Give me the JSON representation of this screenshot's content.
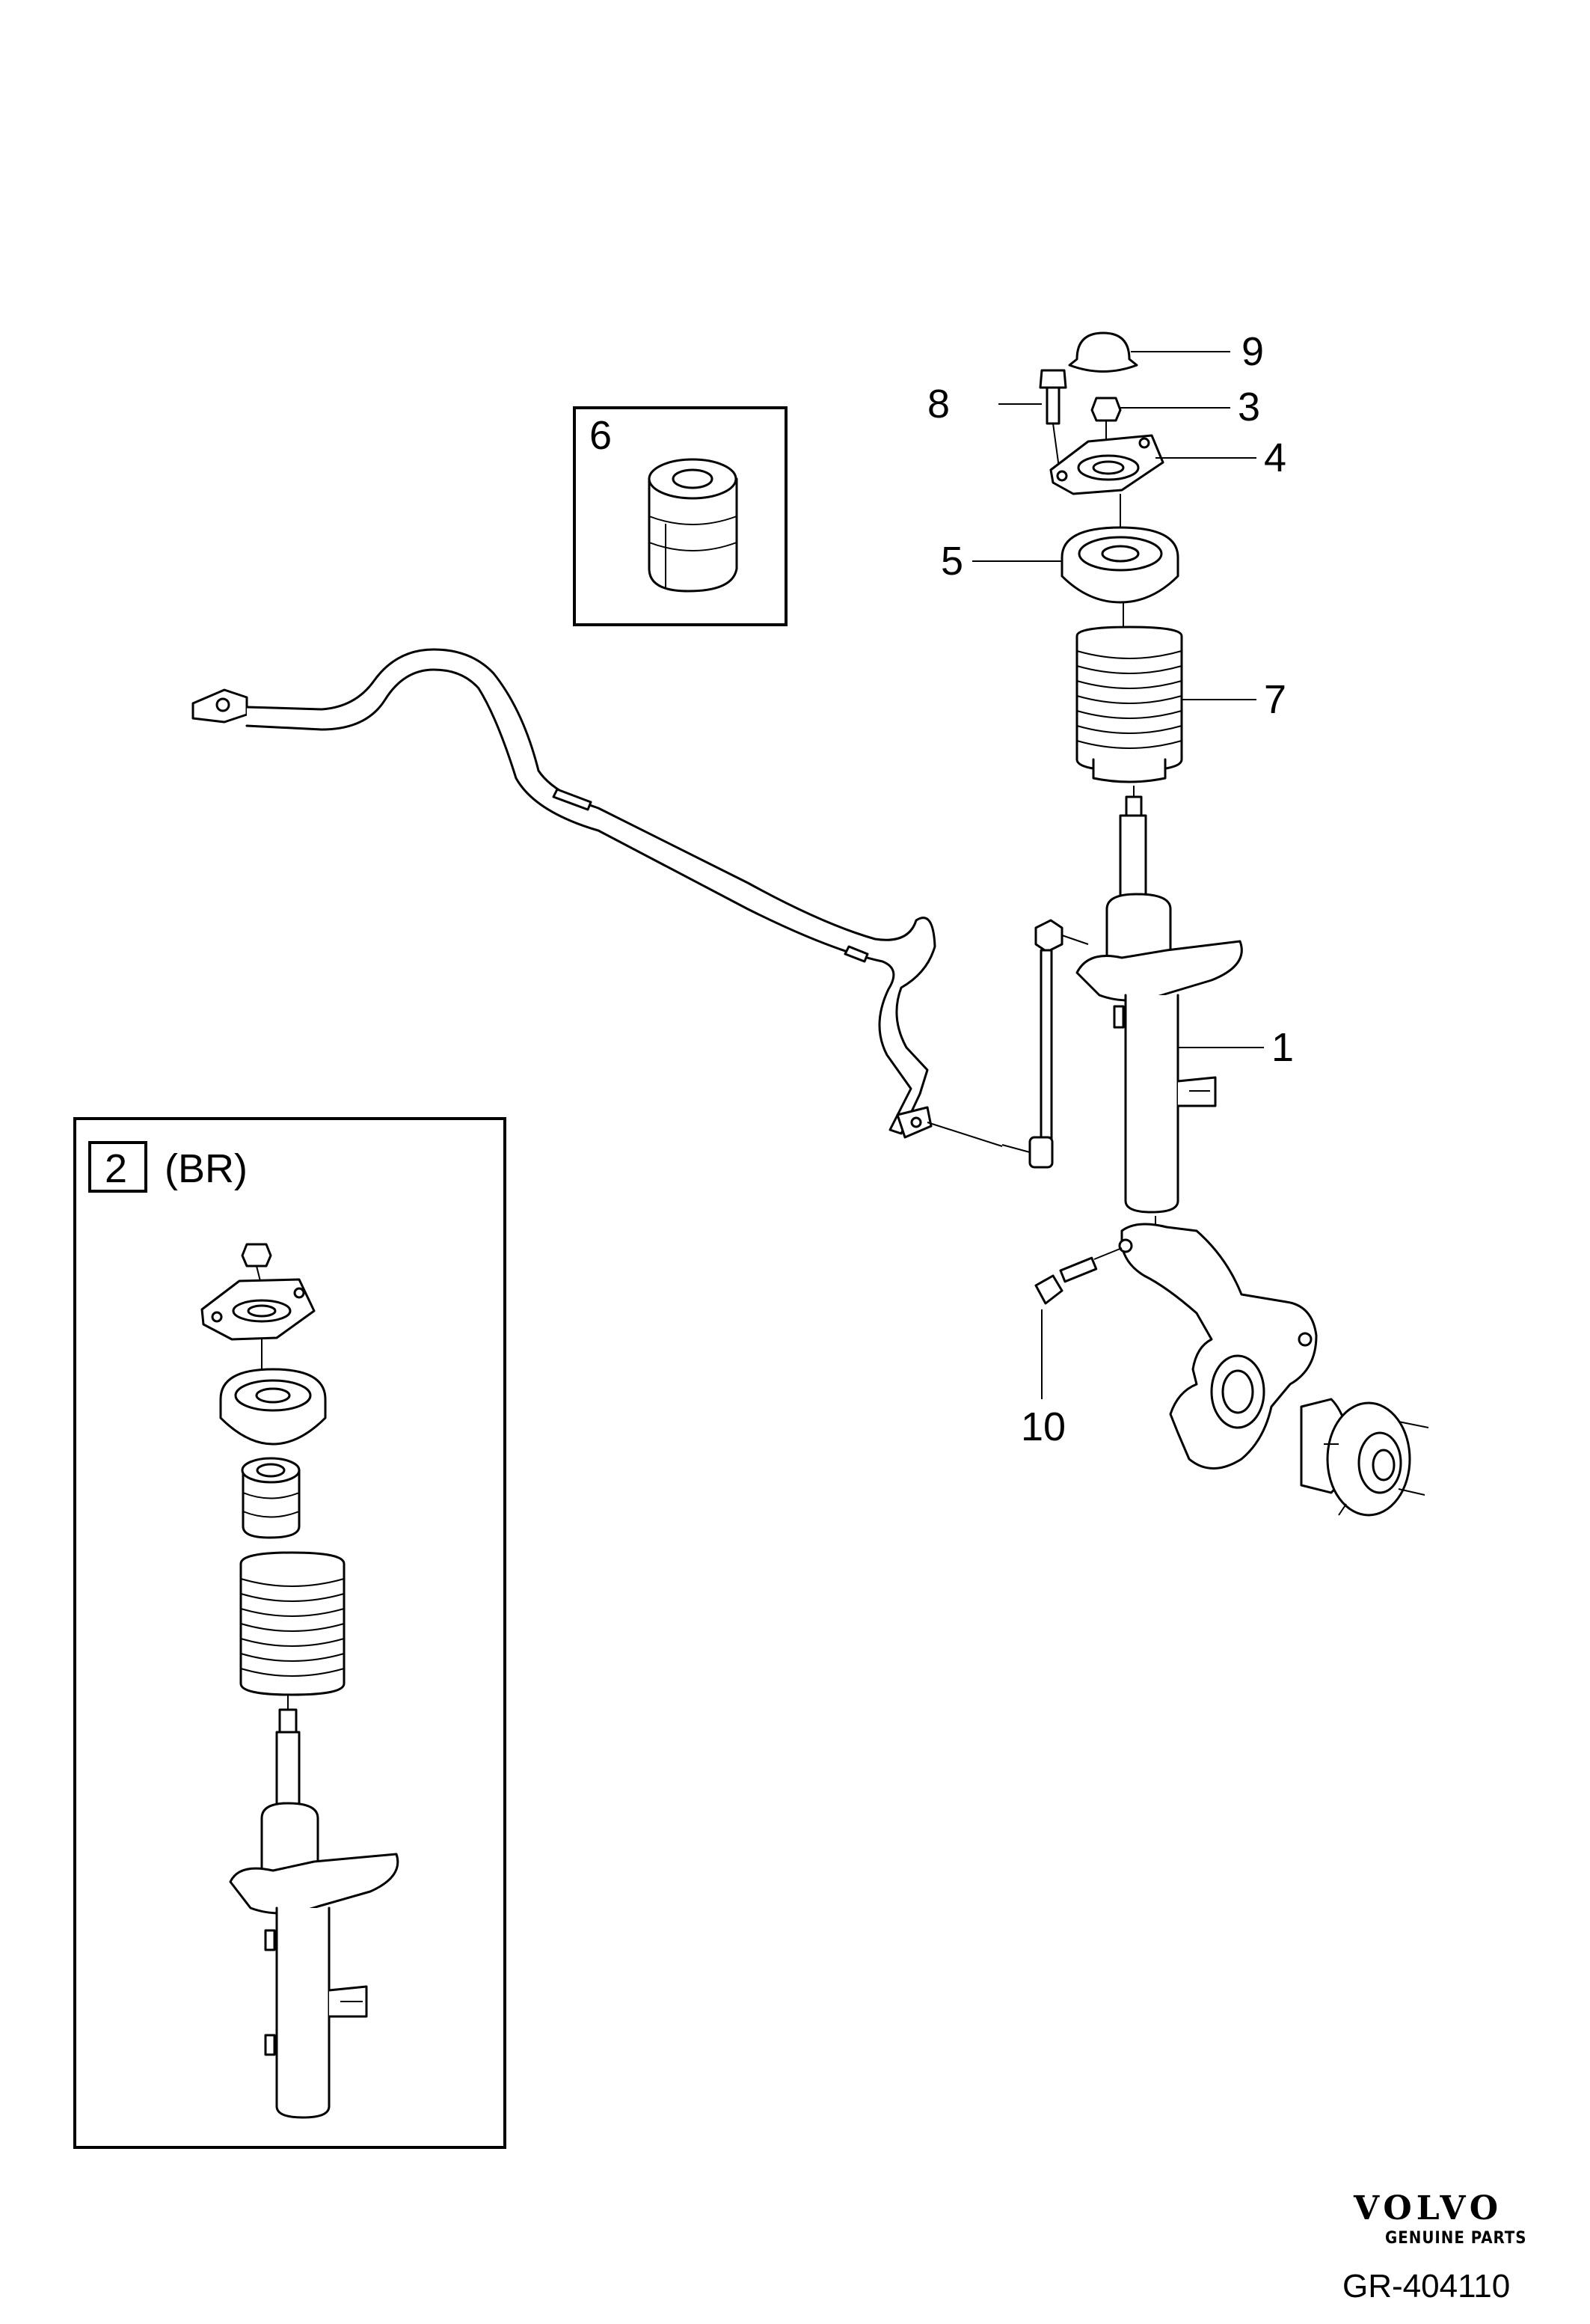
{
  "diagram": {
    "callouts": {
      "c1": "1",
      "c3": "3",
      "c4": "4",
      "c5": "5",
      "c6": "6",
      "c7": "7",
      "c8": "8",
      "c9": "9",
      "c10": "10"
    },
    "inset_box_6": {
      "number": "6"
    },
    "inset_box_2": {
      "number": "2",
      "label": "(BR)"
    }
  },
  "branding": {
    "logo": "VOLVO",
    "tagline": "GENUINE PARTS",
    "reference_code": "GR-404110"
  }
}
